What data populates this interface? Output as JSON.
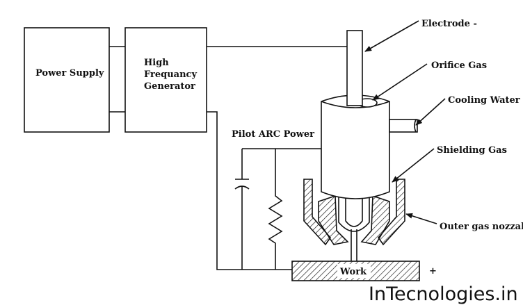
{
  "labels": {
    "power_supply": "Power Supply",
    "hf_line1": "High",
    "hf_line2": "Frequancy",
    "hf_line3": "Generator",
    "pilot_arc": "Pilot ARC Power",
    "electrode": "Electrode -",
    "orifice_gas": "Orifice Gas",
    "cooling_water": "Cooling Water",
    "shielding_gas": "Shielding Gas",
    "outer_nozzle": "Outer gas nozzal",
    "work": "Work",
    "plus": "+"
  },
  "watermark": "InTecnologies.in"
}
